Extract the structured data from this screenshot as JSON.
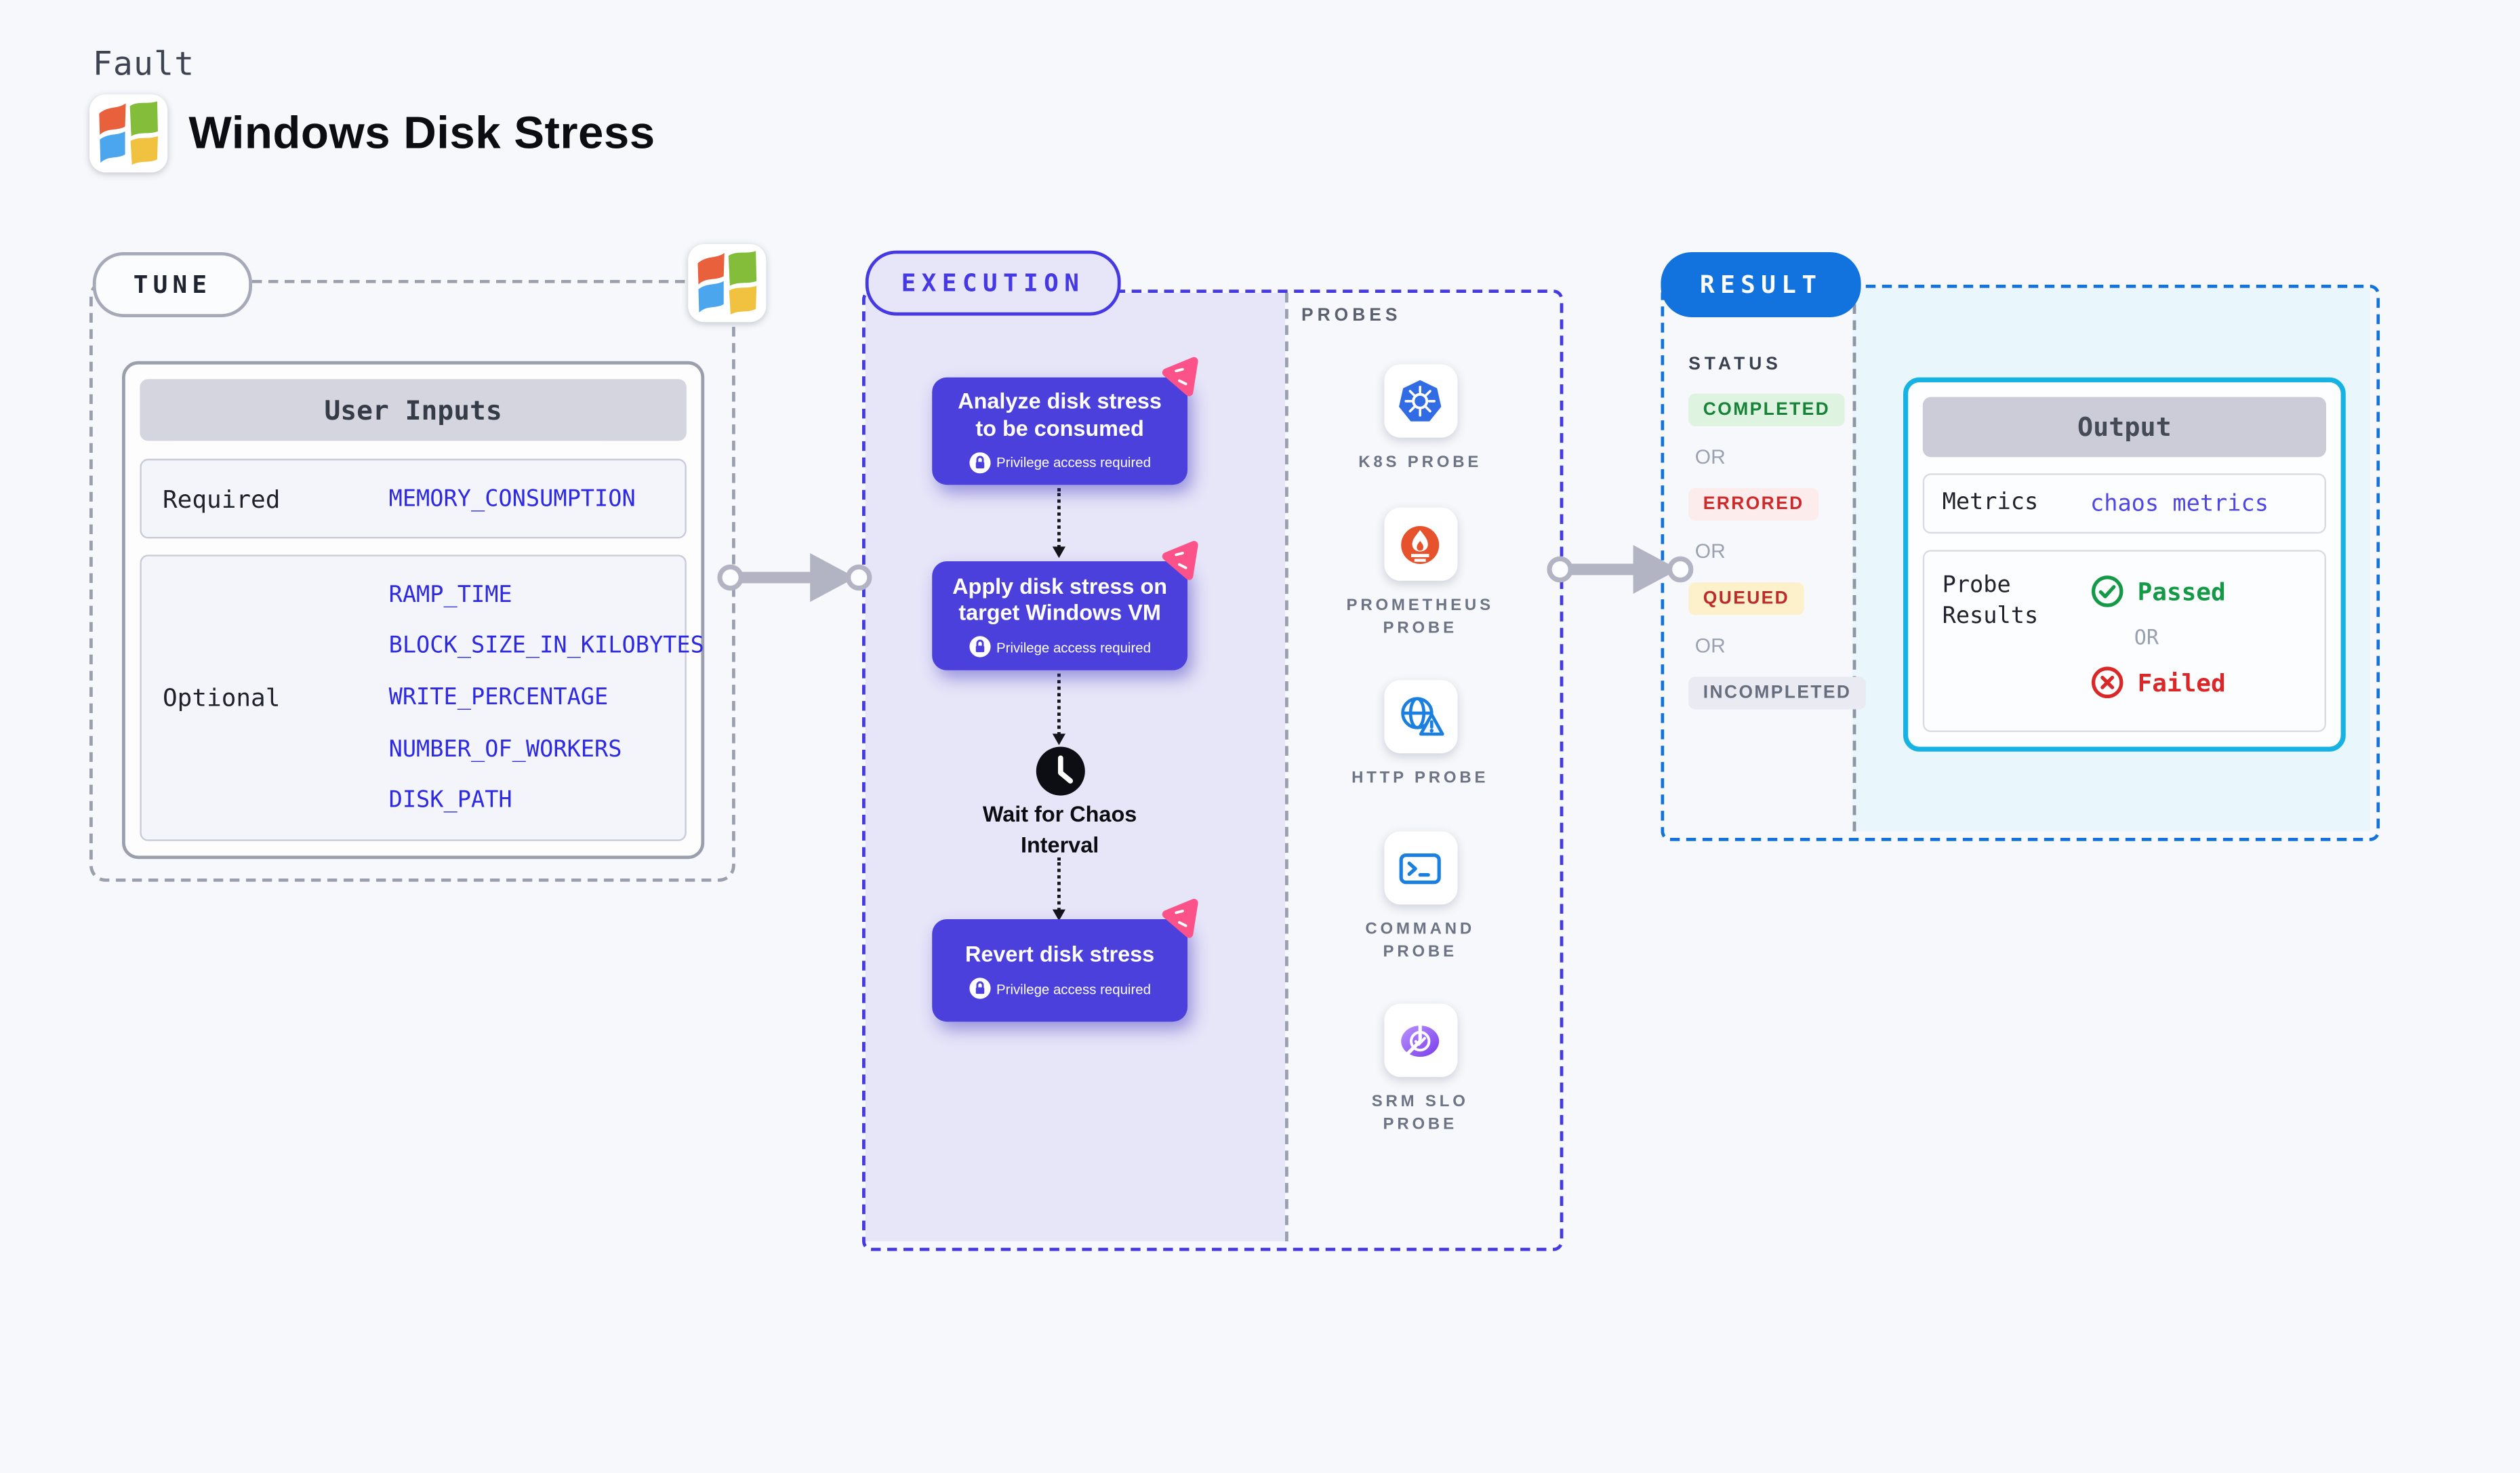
{
  "page": {
    "kicker": "Fault",
    "title": "Windows Disk Stress"
  },
  "tune": {
    "badge": "TUNE",
    "table_title": "User Inputs",
    "rows": [
      {
        "label": "Required",
        "params": [
          "MEMORY_CONSUMPTION"
        ]
      },
      {
        "label": "Optional",
        "params": [
          "RAMP_TIME",
          "BLOCK_SIZE_IN_KILOBYTES",
          "WRITE_PERCENTAGE",
          "NUMBER_OF_WORKERS",
          "DISK_PATH"
        ]
      }
    ]
  },
  "execution": {
    "badge": "EXECUTION",
    "steps": [
      {
        "title": "Analyze disk stress to be consumed",
        "note": "Privilege access required"
      },
      {
        "title": "Apply disk stress on target Windows VM",
        "note": "Privilege access required"
      },
      {
        "title": "Revert disk stress",
        "note": "Privilege access required"
      }
    ],
    "wait_label": "Wait for Chaos Interval",
    "probes": {
      "title": "PROBES",
      "items": [
        {
          "label": "K8S PROBE",
          "icon": "kubernetes-icon"
        },
        {
          "label": "PROMETHEUS PROBE",
          "icon": "prometheus-icon"
        },
        {
          "label": "HTTP PROBE",
          "icon": "globe-warning-icon"
        },
        {
          "label": "COMMAND PROBE",
          "icon": "terminal-icon"
        },
        {
          "label": "SRM SLO PROBE",
          "icon": "srm-slo-icon"
        }
      ]
    }
  },
  "result": {
    "badge": "RESULT",
    "status": {
      "title": "STATUS",
      "separator": "OR",
      "items": [
        {
          "label": "COMPLETED",
          "type": "completed"
        },
        {
          "label": "ERRORED",
          "type": "errored"
        },
        {
          "label": "QUEUED",
          "type": "queued"
        },
        {
          "label": "INCOMPLETED",
          "type": "incompleted"
        }
      ]
    },
    "output": {
      "title": "Output",
      "metrics_label": "Metrics",
      "metrics_value": "chaos metrics",
      "probe_results_label": "Probe Results",
      "passed": "Passed",
      "or": "OR",
      "failed": "Failed"
    }
  },
  "colors": {
    "page_bg": "#f7f8fb",
    "execution_accent": "#4439e2",
    "execution_fill": "#e7e5f8",
    "node_purple": "#4b40dc",
    "chaos_pink": "#fa5289",
    "result_blue": "#1273de",
    "output_border_cyan": "#16b2e4",
    "output_fill_cyan": "#e9f6fc",
    "param_blue": "#2e2ae2",
    "metrics_link_indigo": "#4f46e5",
    "passed_green": "#149a47",
    "failed_red": "#da2727",
    "completed_green": "#178339",
    "errored_red": "#cd2b2b",
    "queued_red_on_amber": "#bd2b2b",
    "incompleted_gray": "#666e7e",
    "arrow_gray": "#b2b4c3",
    "k8s_blue": "#326ce5",
    "prometheus_orange": "#e6522c",
    "probe_icon_blue": "#1b7fe0",
    "srm_purple": "#7a3bec"
  }
}
